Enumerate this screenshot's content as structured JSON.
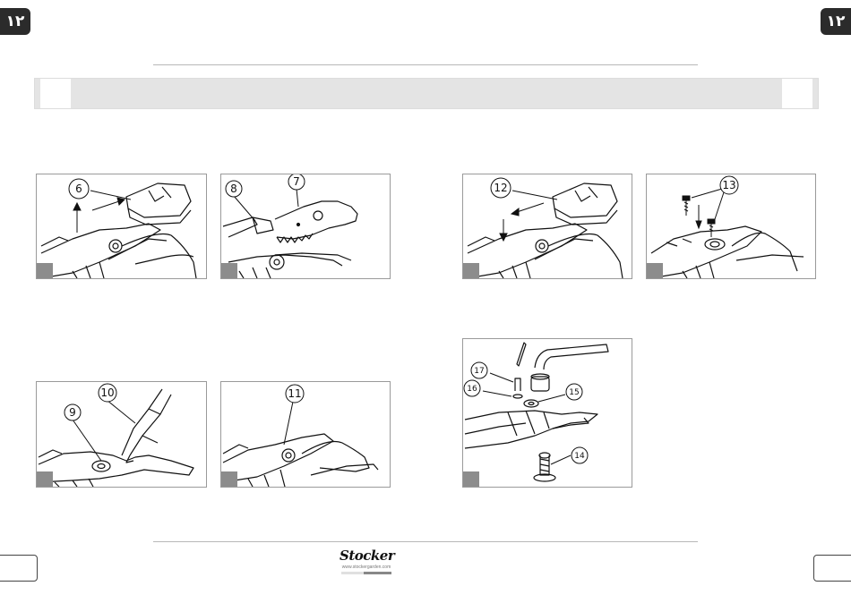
{
  "header": {
    "corner_left": "١٢",
    "corner_right": "١٢"
  },
  "figures": [
    {
      "id": "fig-1",
      "step": "",
      "callouts": [
        "6"
      ]
    },
    {
      "id": "fig-2",
      "step": "",
      "callouts": [
        "8",
        "7"
      ]
    },
    {
      "id": "fig-3",
      "step": "",
      "callouts": [
        "10",
        "9"
      ]
    },
    {
      "id": "fig-4",
      "step": "",
      "callouts": [
        "11"
      ]
    },
    {
      "id": "fig-5",
      "step": "",
      "callouts": [
        "12"
      ]
    },
    {
      "id": "fig-6",
      "step": "",
      "callouts": [
        "13"
      ]
    },
    {
      "id": "fig-7",
      "step": "",
      "callouts": [
        "17",
        "16",
        "15",
        "14"
      ]
    }
  ],
  "footer": {
    "brand": "Stocker",
    "url": "www.stockergarden.com",
    "page_left": "",
    "page_right": ""
  }
}
